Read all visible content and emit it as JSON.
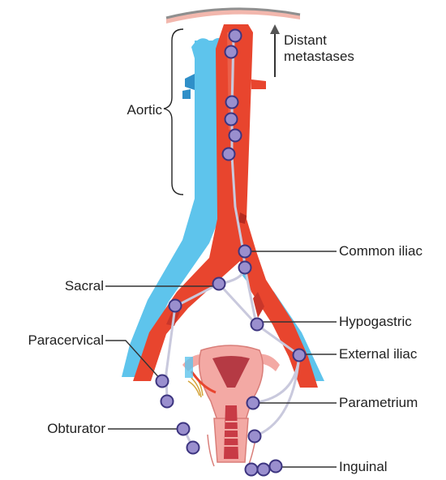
{
  "labels": {
    "distant": "Distant\nmetastases",
    "aortic": "Aortic",
    "common_iliac": "Common iliac",
    "sacral": "Sacral",
    "hypogastric": "Hypogastric",
    "paracervical": "Paracervical",
    "external_iliac": "External iliac",
    "parametrium": "Parametrium",
    "obturator": "Obturator",
    "inguinal": "Inguinal"
  },
  "colors": {
    "artery": "#e8452e",
    "vein": "#5ec4ec",
    "lymph_node": "#9a8fce",
    "lymph_vessel": "#c9c9dd",
    "uterus": "#f3a9a4"
  }
}
